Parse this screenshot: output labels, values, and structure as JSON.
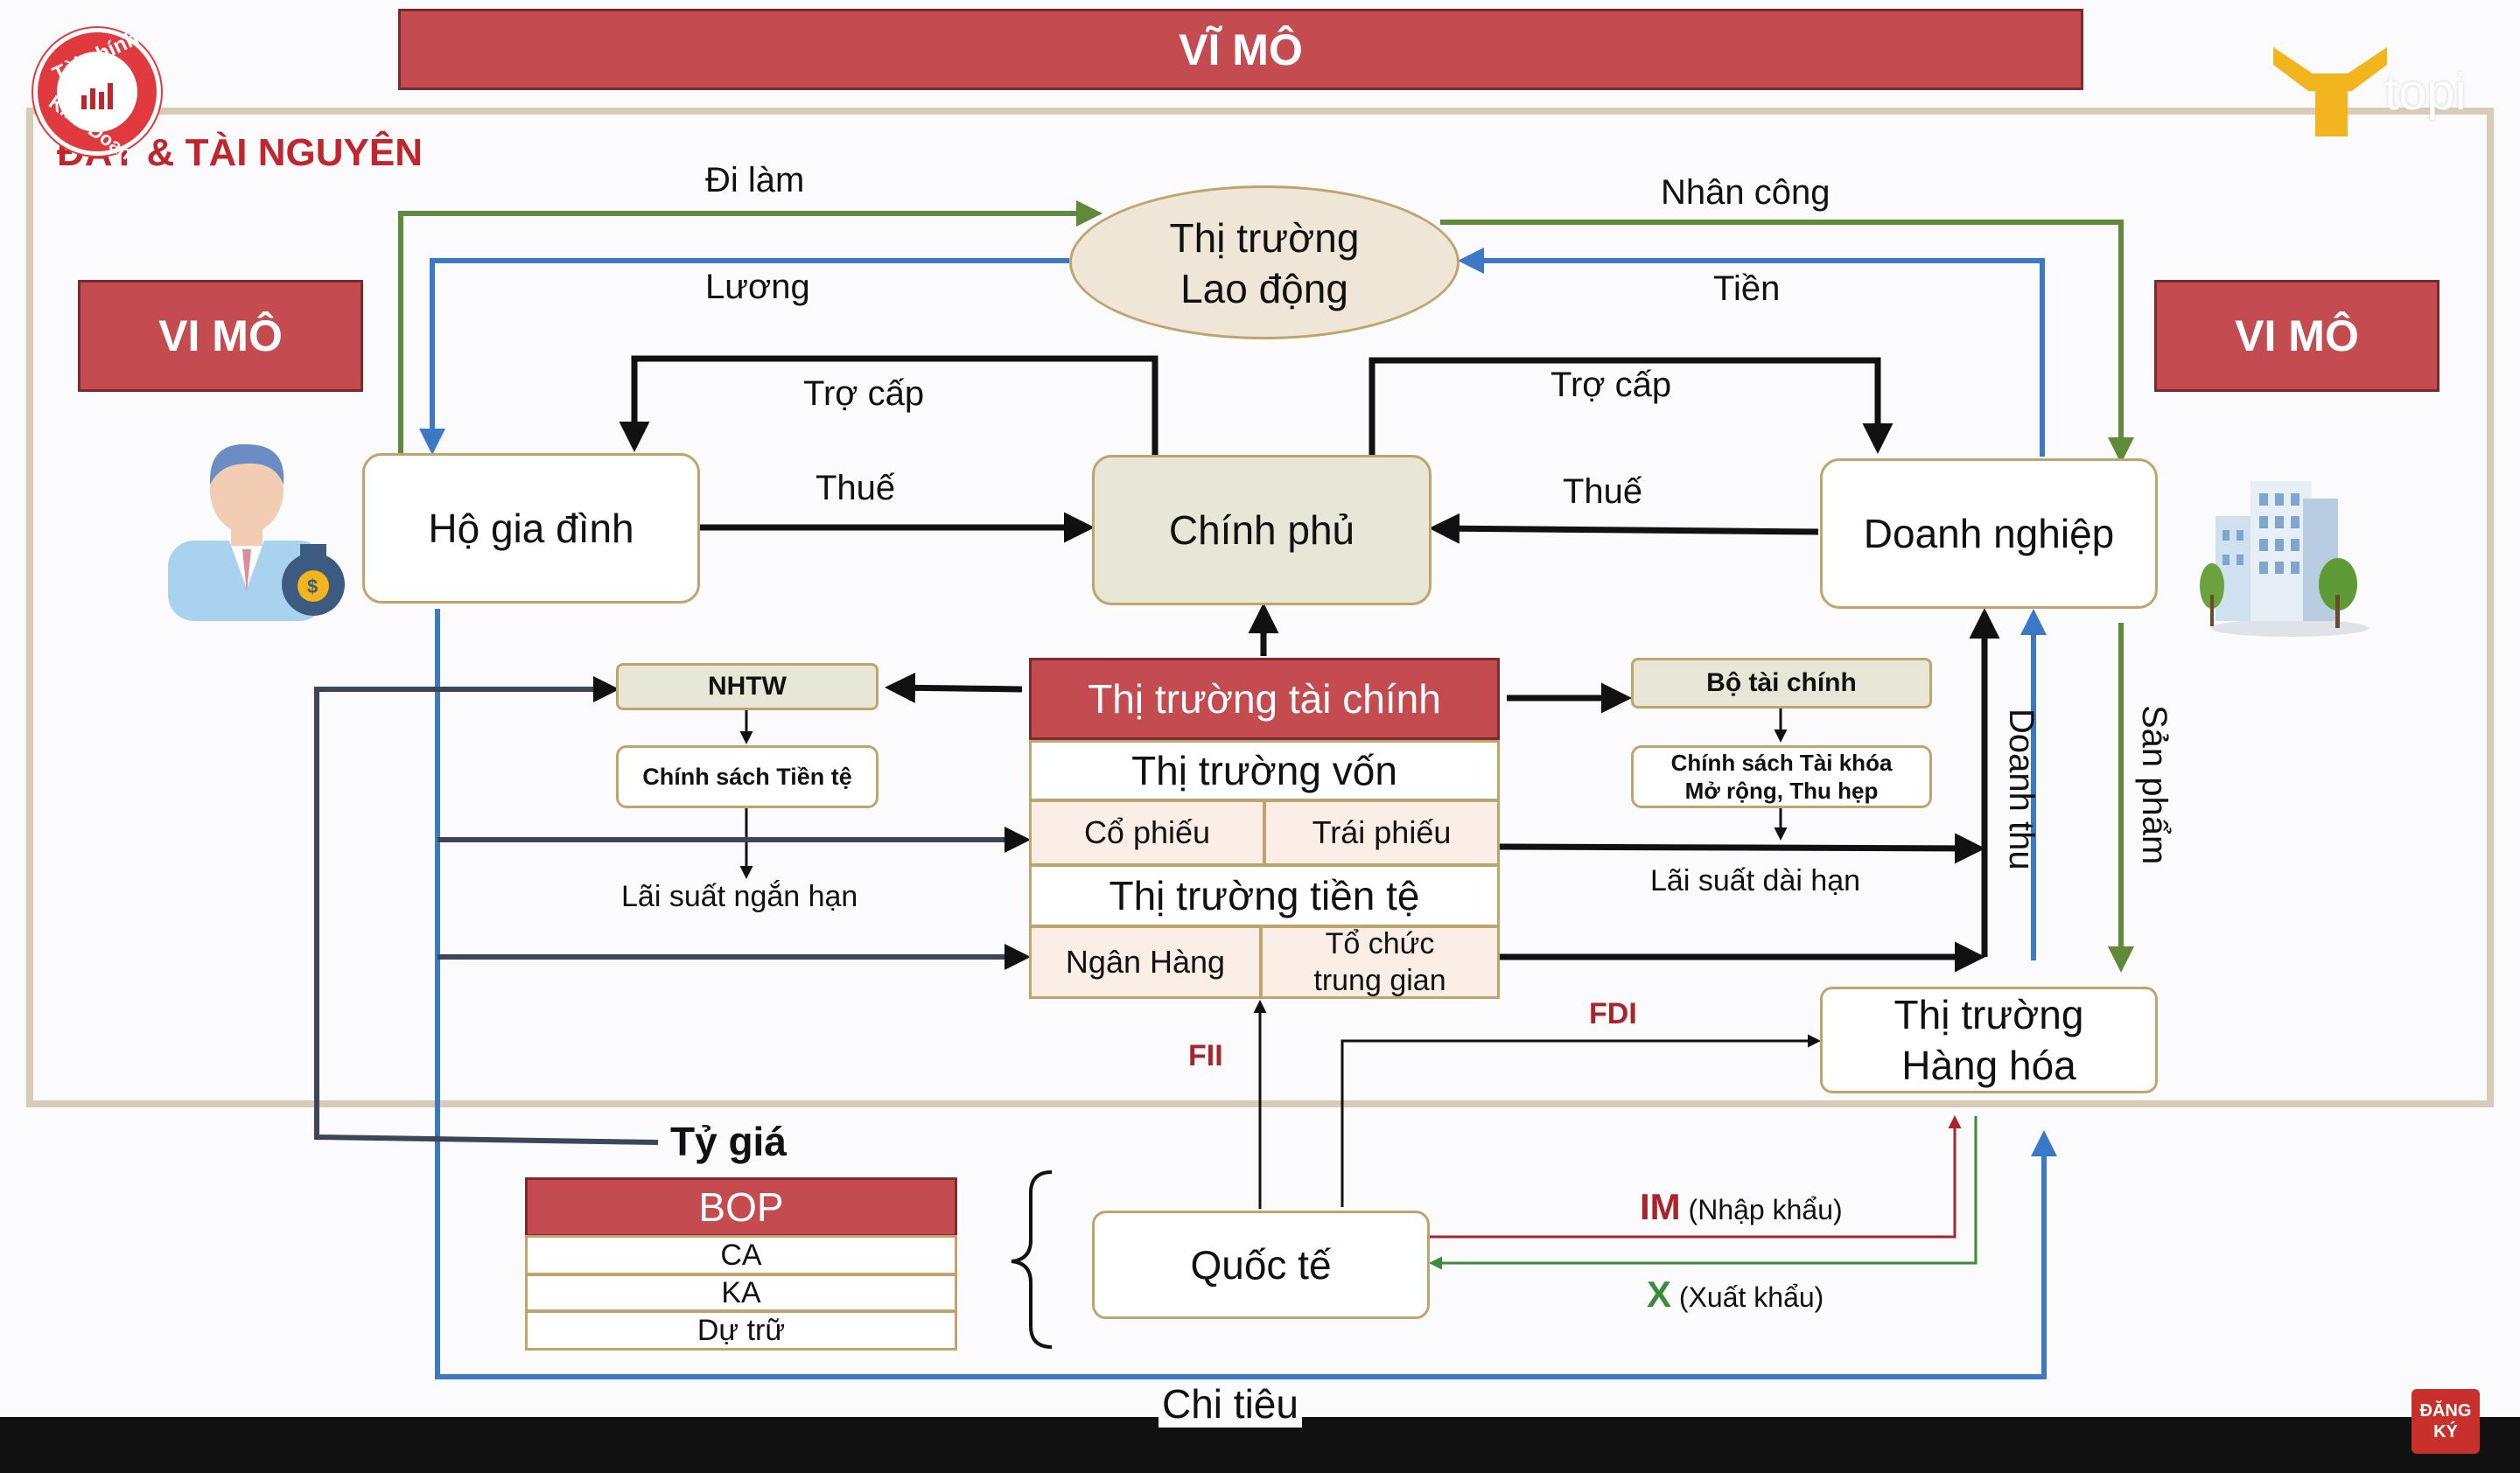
{
  "header": {
    "title": "VĨ MÔ"
  },
  "section": {
    "title": "ĐẤT & TÀI NGUYÊN"
  },
  "side_labels": {
    "left": "VI MÔ",
    "right": "VI MÔ"
  },
  "logo": {
    "line1": "Tài chính",
    "line2": "Kinh Doanh"
  },
  "brand": {
    "name": "topi"
  },
  "nodes": {
    "labor_market": {
      "line1": "Thị trường",
      "line2": "Lao động"
    },
    "household": "Hộ gia đình",
    "government": "Chính phủ",
    "business": "Doanh nghiệp",
    "nhtw": "NHTW",
    "monetary_policy": "Chính sách Tiền tệ",
    "ministry_finance": "Bộ tài chính",
    "fiscal_policy": {
      "line1": "Chính sách Tài khóa",
      "line2": "Mở rộng, Thu hẹp"
    },
    "goods_market": {
      "line1": "Thị trường",
      "line2": "Hàng hóa"
    },
    "international": "Quốc tế"
  },
  "financial_market": {
    "title": "Thị trường tài chính",
    "capital_market": "Thị trường vốn",
    "stocks": "Cổ phiếu",
    "bonds": "Trái phiếu",
    "money_market": "Thị trường tiền tệ",
    "banks": "Ngân Hàng",
    "intermediary": {
      "line1": "Tổ chức",
      "line2": "trung gian"
    }
  },
  "bop": {
    "title": "BOP",
    "rows": [
      "CA",
      "KA",
      "Dự trữ"
    ]
  },
  "flows": {
    "go_to_work": "Đi làm",
    "wages": "Lương",
    "labor": "Nhân công",
    "money": "Tiền",
    "subsidy_left": "Trợ cấp",
    "subsidy_right": "Trợ cấp",
    "tax_left": "Thuế",
    "tax_right": "Thuế",
    "short_rate": "Lãi suất ngắn hạn",
    "long_rate": "Lãi suất dài hạn",
    "revenue": "Doanh thu",
    "products": "Sản phẩm",
    "fii": "FII",
    "fdi": "FDI",
    "exchange_rate": "Tỷ giá",
    "im_code": "IM",
    "im_label": "(Nhập khẩu)",
    "x_code": "X",
    "x_label": "(Xuất khẩu)",
    "spending": "Chi tiêu"
  },
  "subscribe": {
    "line1": "ĐĂNG",
    "line2": "KÝ"
  },
  "colors": {
    "banner": "#c44b50",
    "border_gold": "#bfa46c",
    "green_arrow": "#5e8a3a",
    "blue_arrow": "#3b78c6",
    "black_arrow": "#111111",
    "red_arrow": "#a8252a",
    "green_arrow_x": "#3a8c3a"
  }
}
